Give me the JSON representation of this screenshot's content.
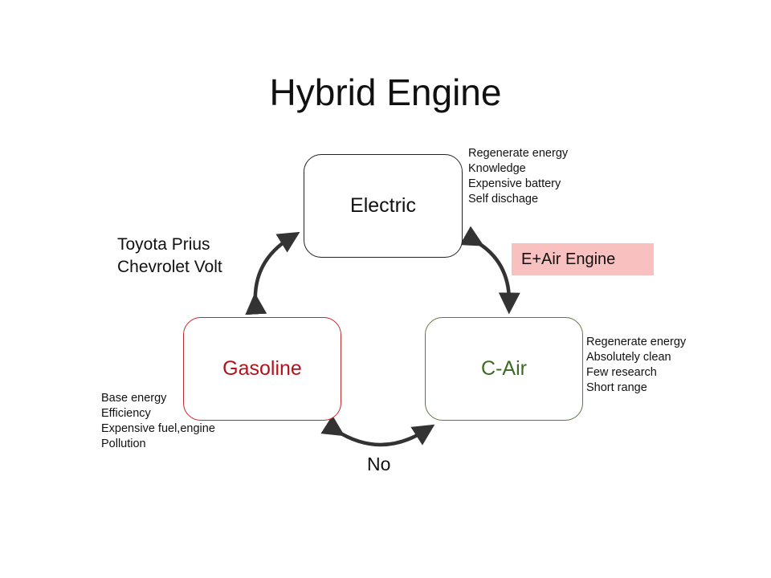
{
  "title": "Hybrid Engine",
  "nodes": {
    "electric": {
      "label": "Electric",
      "color": "#222222",
      "notes": [
        "Regenerate energy",
        "Knowledge",
        "Expensive battery",
        "Self dischage"
      ]
    },
    "gasoline": {
      "label": "Gasoline",
      "color": "#b3131b",
      "notes": [
        "Base energy",
        "Efficiency",
        "Expensive fuel,engine",
        "Pollution"
      ]
    },
    "cair": {
      "label": "C-Air",
      "color": "#3e6b23",
      "notes": [
        "Regenerate energy",
        "Absolutely clean",
        "Few research",
        "Short range"
      ]
    }
  },
  "edges": {
    "electric_gasoline": {
      "labels": [
        "Toyota Prius",
        "Chevrolet Volt"
      ]
    },
    "electric_cair": {
      "label": "E+Air Engine",
      "highlight_color": "#f9c0c0"
    },
    "gasoline_cair": {
      "label": "No"
    }
  }
}
